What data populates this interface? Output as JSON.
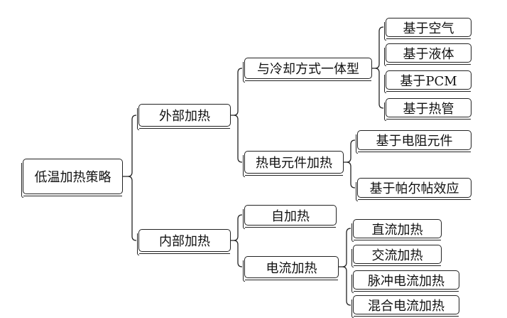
{
  "diagram": {
    "root": {
      "label": "低温加热策略"
    },
    "external": {
      "label": "外部加热",
      "cooling": {
        "label": "与冷却方式一体型",
        "air": "基于空气",
        "liquid": "基于液体",
        "pcm": "基于PCM",
        "heatpipe": "基于热管"
      },
      "element": {
        "label": "热电元件加热",
        "resistor": "基于电阻元件",
        "peltier": "基于帕尔帖效应"
      }
    },
    "internal": {
      "label": "内部加热",
      "self": {
        "label": "自加热"
      },
      "current": {
        "label": "电流加热",
        "dc": "直流加热",
        "ac": "交流加热",
        "pulse": "脉冲电流加热",
        "mixed": "混合电流加热"
      }
    }
  }
}
